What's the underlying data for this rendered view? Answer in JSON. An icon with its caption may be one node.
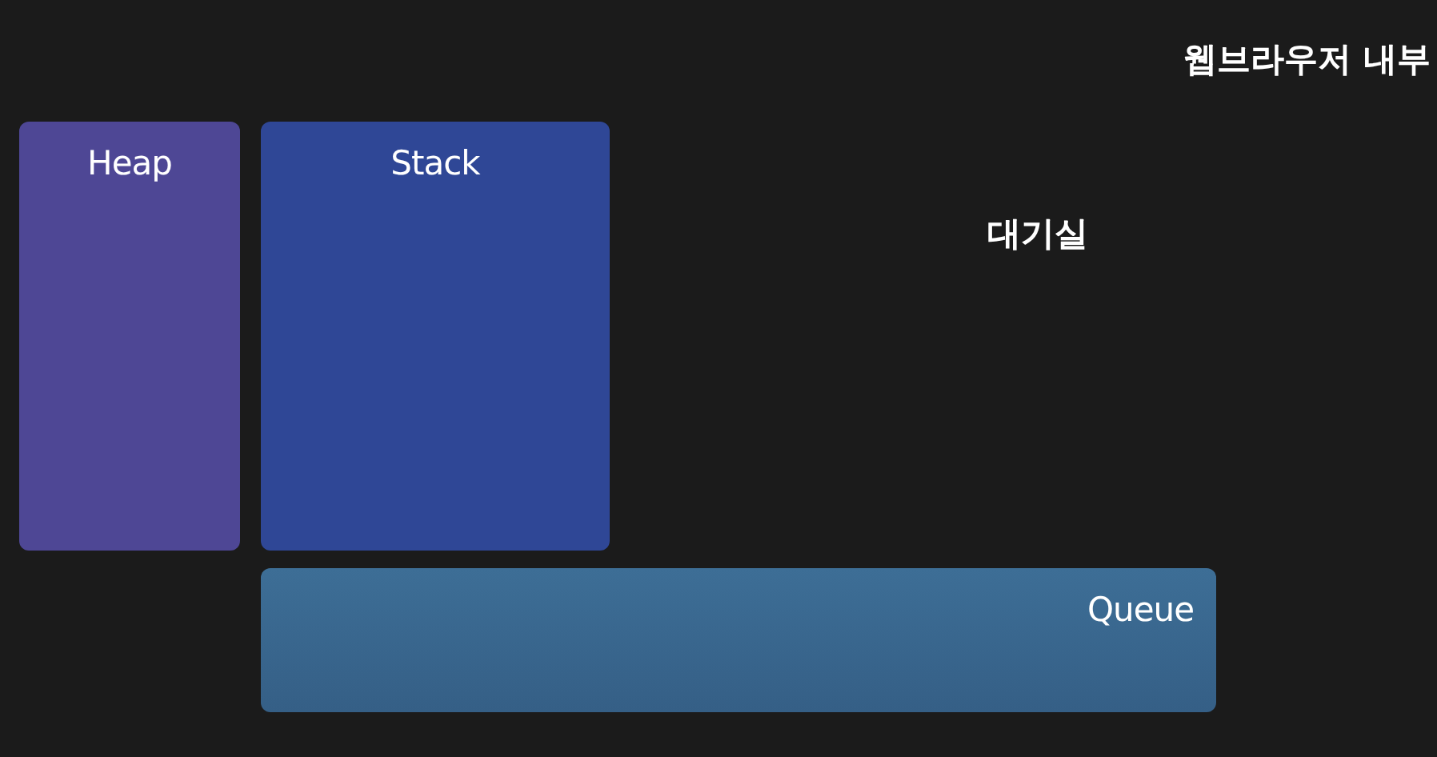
{
  "diagram": {
    "title": "웹브라우저 내부",
    "nodes": [
      {
        "text": [
          "Heap"
        ]
      },
      {
        "text": [
          "Stack"
        ]
      },
      {
        "text": [
          "Queue"
        ]
      }
    ],
    "labels": [
      "대기실"
    ]
  }
}
